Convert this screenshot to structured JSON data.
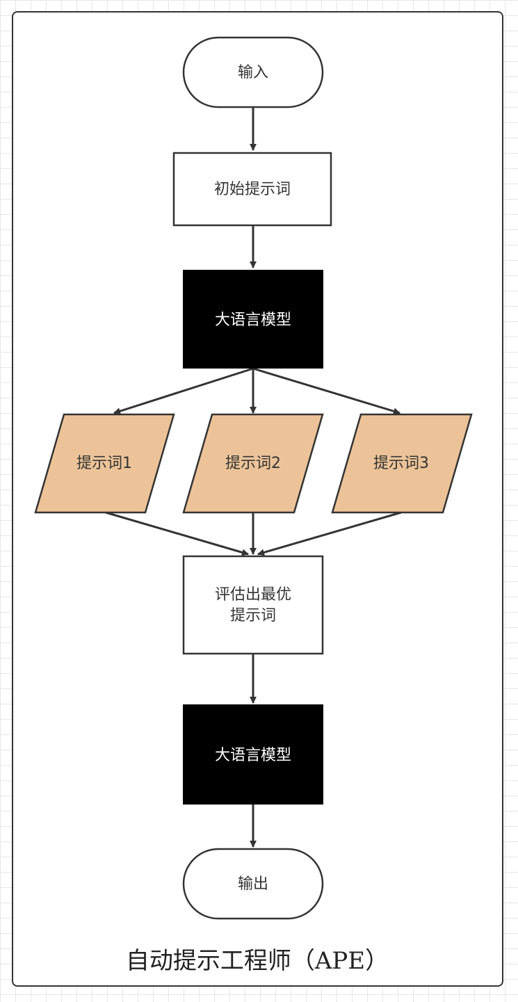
{
  "diagram": {
    "caption": "自动提示工程师（APE）",
    "nodes": {
      "input": "输入",
      "initial_prompt": "初始提示词",
      "llm_1": "大语言模型",
      "prompt_1": "提示词1",
      "prompt_2": "提示词2",
      "prompt_3": "提示词3",
      "evaluate_line1": "评估出最优",
      "evaluate_line2": "提示词",
      "llm_2": "大语言模型",
      "output": "输出"
    },
    "colors": {
      "llm_fill": "#000000",
      "prompt_fill": "#ecc398",
      "stroke": "#333333",
      "node_fill": "#ffffff"
    },
    "edges": [
      [
        "input",
        "initial_prompt"
      ],
      [
        "initial_prompt",
        "llm_1"
      ],
      [
        "llm_1",
        "prompt_1"
      ],
      [
        "llm_1",
        "prompt_2"
      ],
      [
        "llm_1",
        "prompt_3"
      ],
      [
        "prompt_1",
        "evaluate"
      ],
      [
        "prompt_2",
        "evaluate"
      ],
      [
        "prompt_3",
        "evaluate"
      ],
      [
        "evaluate",
        "llm_2"
      ],
      [
        "llm_2",
        "output"
      ]
    ]
  }
}
